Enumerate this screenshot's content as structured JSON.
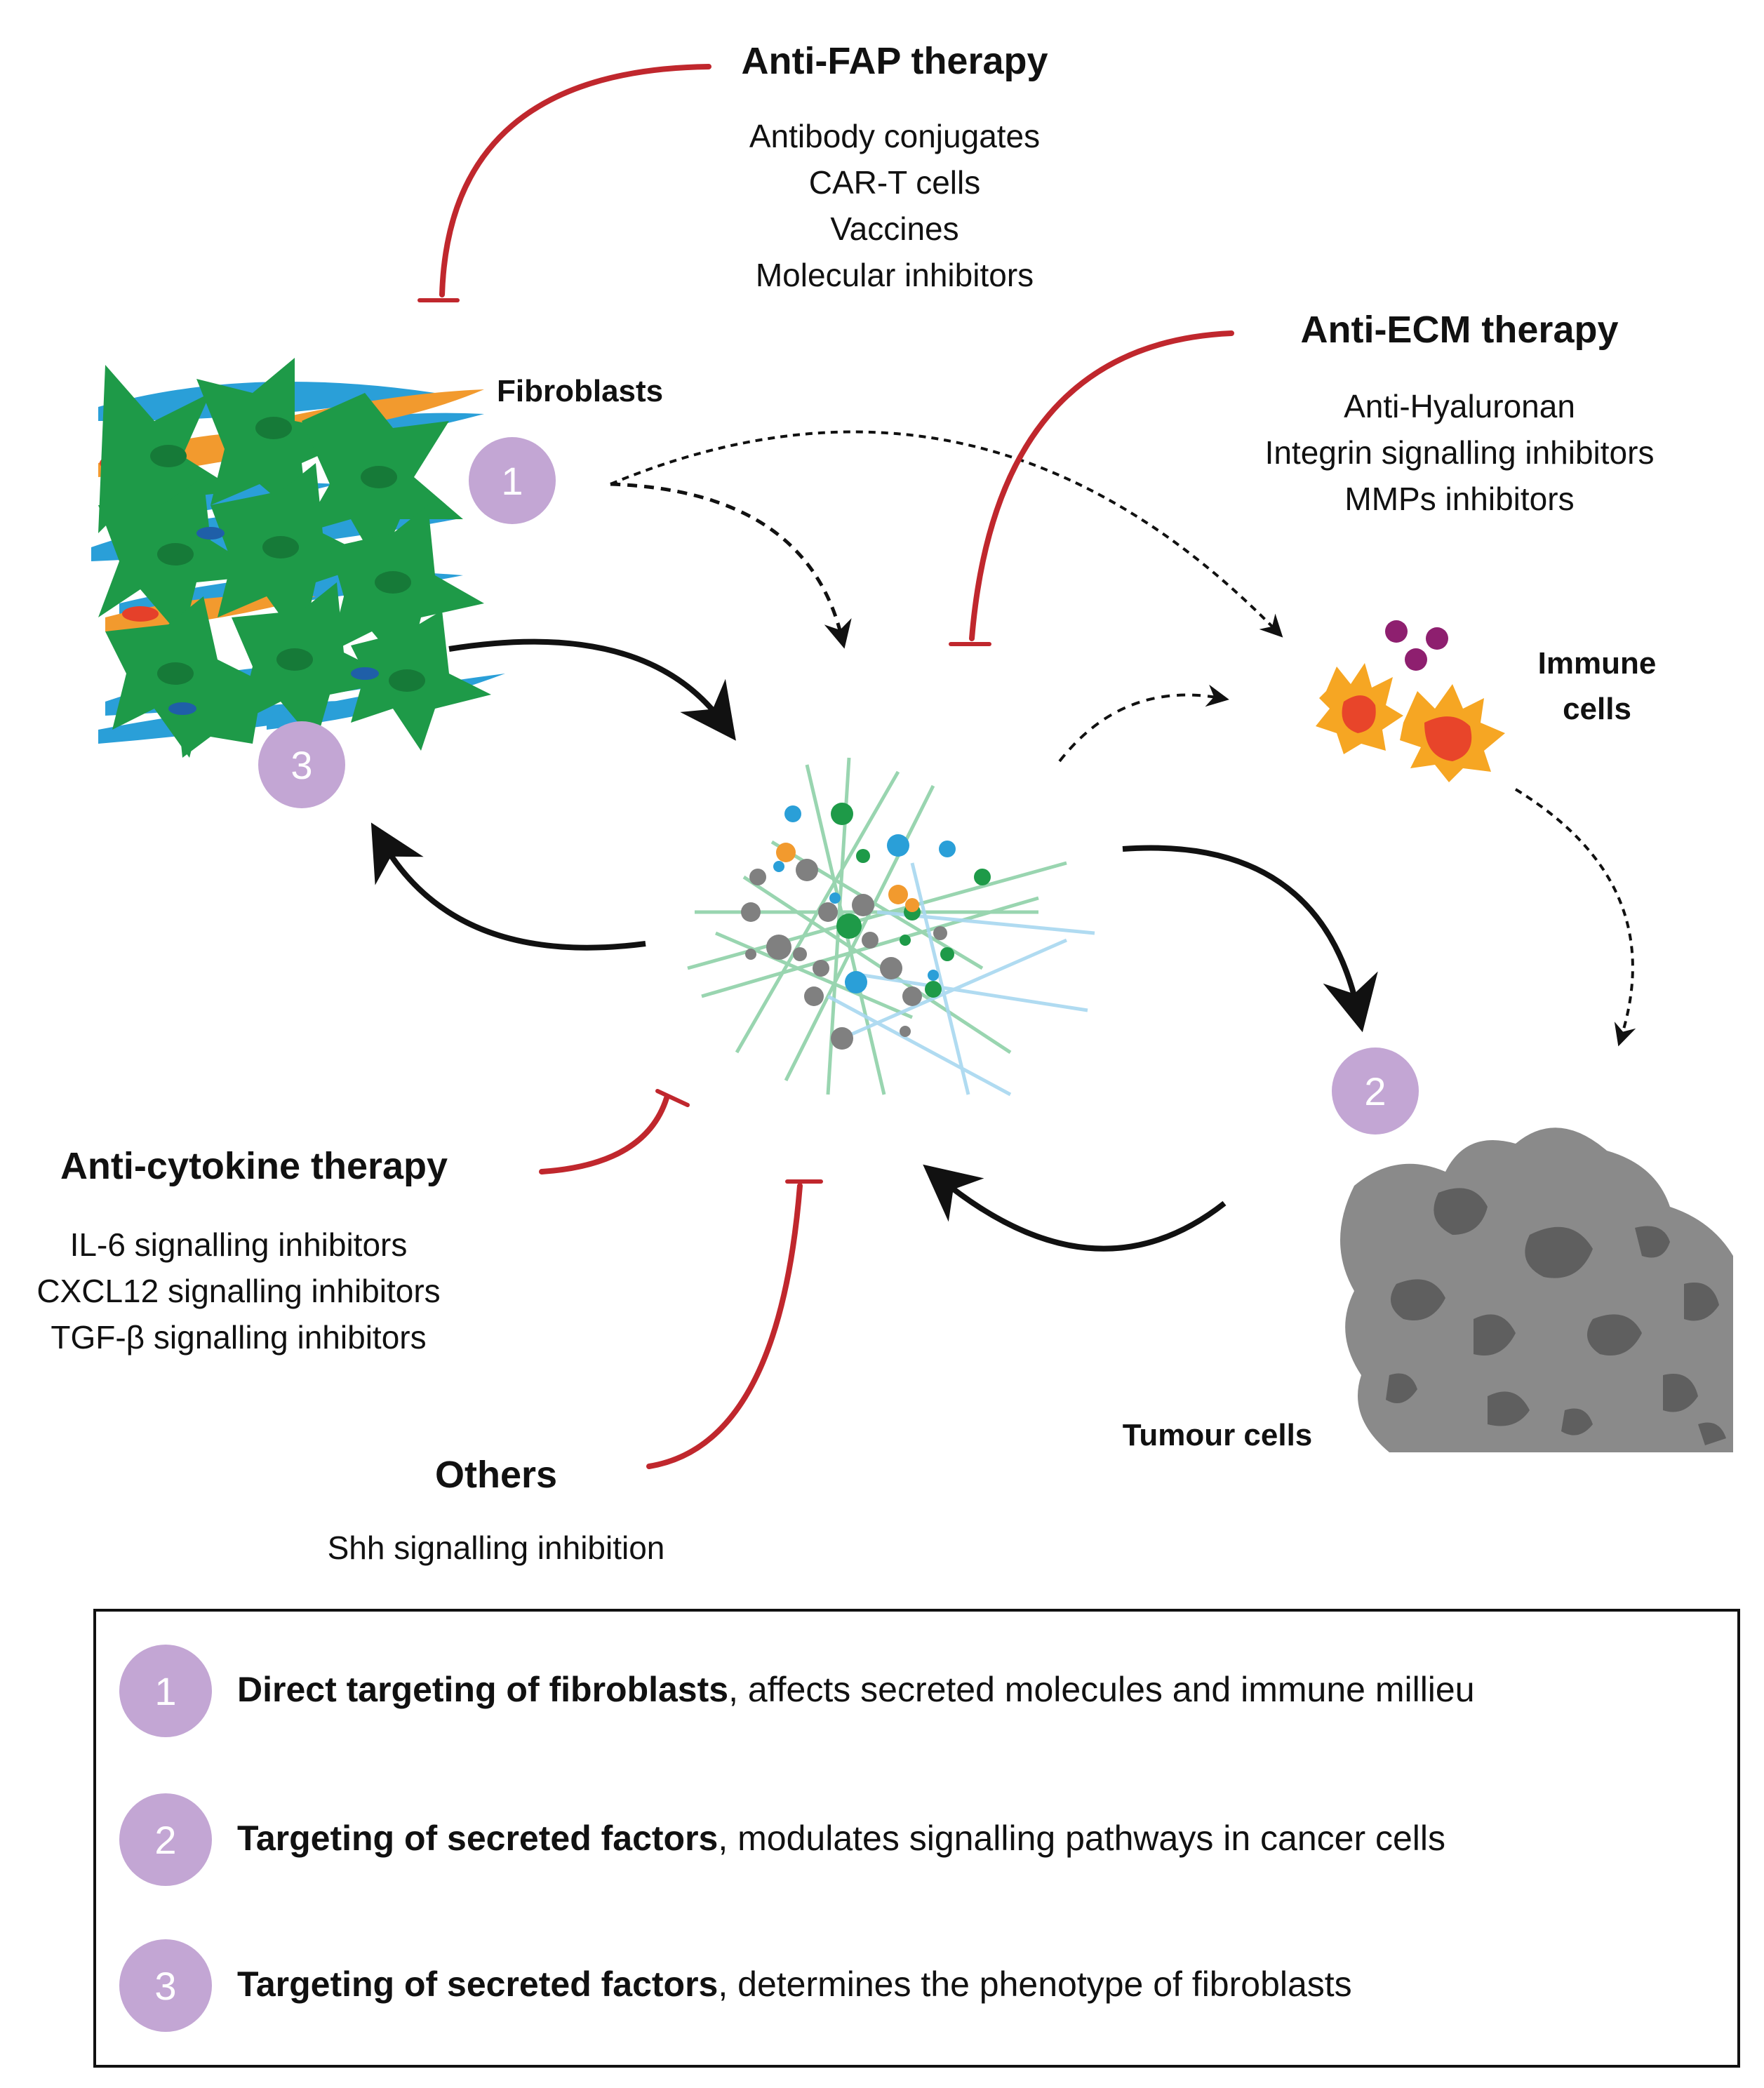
{
  "therapies": {
    "anti_fap": {
      "title": "Anti-FAP therapy",
      "items": [
        "Antibody conjugates",
        "CAR-T cells",
        "Vaccines",
        "Molecular inhibitors"
      ]
    },
    "anti_ecm": {
      "title": "Anti-ECM therapy",
      "items": [
        "Anti-Hyaluronan",
        "Integrin signalling inhibitors",
        "MMPs inhibitors"
      ]
    },
    "anti_cytokine": {
      "title": "Anti-cytokine therapy",
      "items": [
        "IL-6 signalling inhibitors",
        "CXCL12 signalling inhibitors",
        "TGF-β signalling inhibitors"
      ]
    },
    "others": {
      "title": "Others",
      "items": [
        "Shh signalling inhibition"
      ]
    }
  },
  "labels": {
    "fibroblasts": "Fibroblasts",
    "immune_line1": "Immune",
    "immune_line2": "cells",
    "tumour": "Tumour cells"
  },
  "badges": [
    "1",
    "2",
    "3"
  ],
  "legend": [
    {
      "number": "1",
      "bold": "Direct targeting of fibroblasts",
      "rest": ", affects secreted molecules and immune millieu"
    },
    {
      "number": "2",
      "bold": "Targeting of secreted factors",
      "rest": ", modulates signalling pathways in cancer cells"
    },
    {
      "number": "3",
      "bold": "Targeting of secreted factors",
      "rest": ", determines the phenotype of fibroblasts"
    }
  ],
  "colors": {
    "inhibition": "#c0272d",
    "badge": "#c3a6d4",
    "fibroblast_green": "#1e9a48",
    "fibroblast_blue": "#2a9fd8",
    "fibroblast_orange": "#f29a2e",
    "tumour_gray": "#8a8a8a",
    "immune_orange": "#f6a623",
    "immune_purple": "#8e1f6f"
  }
}
